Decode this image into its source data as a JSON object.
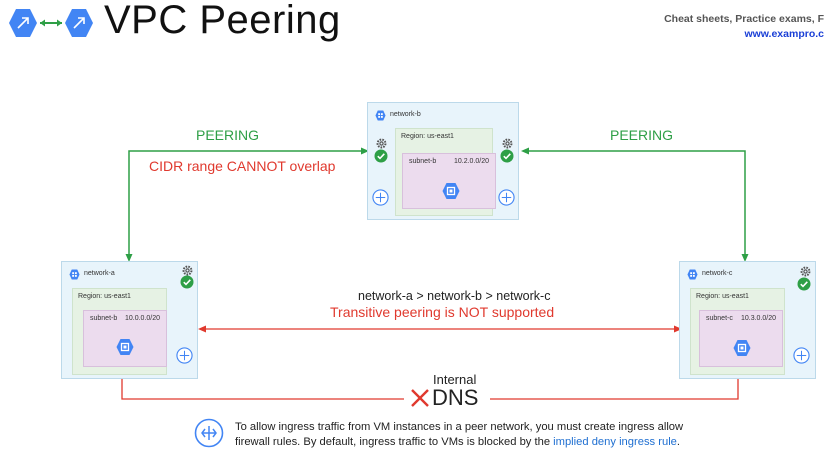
{
  "header": {
    "title": "VPC Peering",
    "promo_line1": "Cheat sheets, Practice exams, F",
    "promo_line2": "www.exampro.c"
  },
  "networks": {
    "b": {
      "name": "network-b",
      "region": "Region: us-east1",
      "subnet": "subnet-b",
      "cidr": "10.2.0.0/20"
    },
    "a": {
      "name": "network-a",
      "region": "Region: us-east1",
      "subnet": "subnet-b",
      "cidr": "10.0.0.0/20"
    },
    "c": {
      "name": "network-c",
      "region": "Region: us-east1",
      "subnet": "subnet-c",
      "cidr": "10.3.0.0/20"
    }
  },
  "labels": {
    "peering_left": "PEERING",
    "peering_right": "PEERING",
    "cidr_warning": "CIDR range CANNOT overlap",
    "chain": "network-a > network-b > network-c",
    "transitive": "Transitive peering is NOT supported",
    "internal": "Internal",
    "dns": "DNS"
  },
  "note": {
    "line1": "To allow ingress traffic from VM instances in a peer network, you must create ingress allow",
    "line2_prefix": "firewall rules. By default, ingress traffic to VMs is blocked by the ",
    "line2_link": "implied deny ingress rule",
    "line2_suffix": "."
  },
  "colors": {
    "green": "#2e9f46",
    "red": "#e0392e",
    "gcp_blue": "#4285f4",
    "link": "#1f6fd1"
  }
}
